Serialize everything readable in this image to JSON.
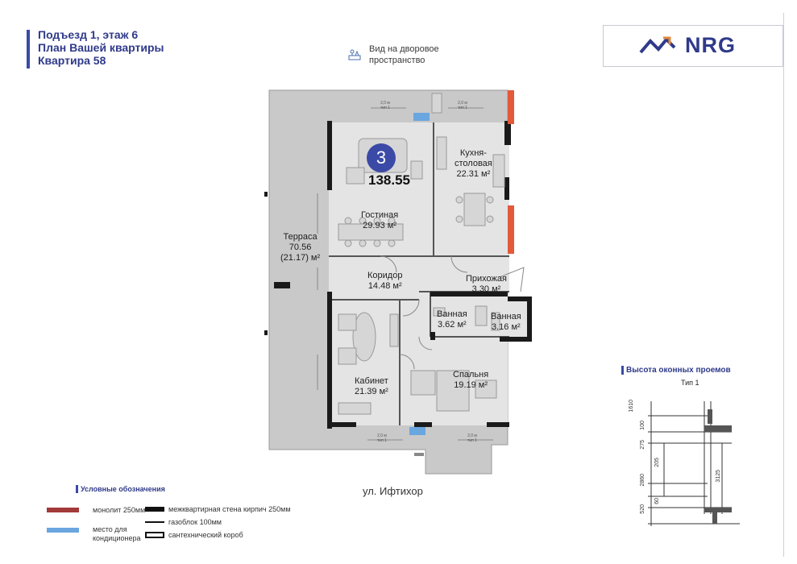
{
  "header": {
    "line1": "Подъезд 1, этаж 6",
    "line2": "План Вашей квартиры",
    "line3": "Квартира 58"
  },
  "view_note": {
    "icon": "yard-view-icon",
    "line1": "Вид на дворовое",
    "line2": "пространство"
  },
  "logo": {
    "text": "NRG",
    "color": "#2f3a8a",
    "accent": "#e08a3c"
  },
  "plan": {
    "apartment_number": "3",
    "total_area": "138.55",
    "badge_color": "#3b4aa6",
    "rooms": [
      {
        "id": "terrace",
        "name": "Терраса",
        "area": "70.56",
        "area2": "(21.17) м²"
      },
      {
        "id": "living",
        "name": "Гостиная",
        "area": "29.93 м²"
      },
      {
        "id": "kitchen",
        "name": "Кухня-",
        "name2": "столовая",
        "area": "22.31 м²"
      },
      {
        "id": "corridor",
        "name": "Коридор",
        "area": "14.48 м²"
      },
      {
        "id": "hall",
        "name": "Прихожая",
        "area": "3.30 м²"
      },
      {
        "id": "bath1",
        "name": "Ванная",
        "area": "3.62 м²"
      },
      {
        "id": "bath2",
        "name": "Ванная",
        "area": "3.16 м²"
      },
      {
        "id": "study",
        "name": "Кабинет",
        "area": "21.39 м²"
      },
      {
        "id": "bedroom",
        "name": "Спальня",
        "area": "19.19 м²"
      }
    ],
    "dim_labels": {
      "top_left": "2,0 м",
      "top_left_type": "тип 1",
      "top_right": "2,0 м",
      "top_right_type": "тип 1",
      "bottom_left": "2,0 м",
      "bottom_left_type": "тип 1",
      "bottom_right": "2,0 м",
      "bottom_right_type": "тип 1"
    },
    "street": "ул. Ифтихор"
  },
  "legend": {
    "title": "Условные обозначения",
    "items": [
      {
        "label": "монолит 250мм",
        "color": "#a33a3a"
      },
      {
        "label": "место для",
        "label2": "кондиционера",
        "color": "#6aa6e0"
      },
      {
        "label": "межквартирная стена кирпич 250мм",
        "color": "#111111"
      },
      {
        "label": "газоблок 100мм",
        "color": "#111111"
      },
      {
        "label": "сантехнический короб",
        "color": "#111111"
      }
    ]
  },
  "window": {
    "title": "Высота оконных проемов",
    "type": "Тип 1",
    "dims": [
      "1610",
      "100",
      "275",
      "205",
      "2860",
      "3125",
      "520",
      "60"
    ]
  },
  "colors": {
    "terrace_fill": "#c9c9c9",
    "room_fill": "#e4e4e4",
    "wall": "#1a1a1a",
    "monolith": "#e25a3a",
    "ac_spot": "#6aa6e0"
  }
}
